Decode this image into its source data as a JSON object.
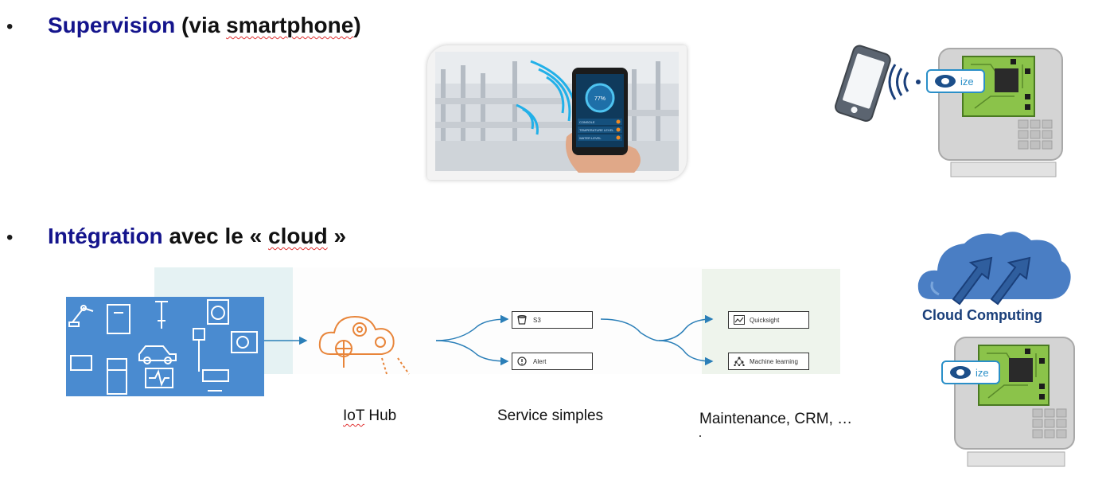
{
  "bullets": [
    {
      "symbol": "•",
      "highlight": "Supervision",
      "rest_prefix": " (via  ",
      "rest_word": "smartphone",
      "rest_suffix": ")"
    },
    {
      "symbol": "•",
      "highlight": "Intégration",
      "rest_prefix": " avec le « ",
      "rest_word": "cloud",
      "rest_suffix": " »"
    }
  ],
  "phone_screen": {
    "value": "77%",
    "rows": [
      "CONSOLE",
      "TEMPERATURE LEVEL",
      "WATER LEVEL"
    ]
  },
  "badges": {
    "top": "ize",
    "bottom": "ize"
  },
  "services": {
    "s3": "S3",
    "alert": "Alert",
    "quicksight": "Quicksight",
    "ml": "Machine learning"
  },
  "captions": {
    "iot_hub_prefix": "IoT",
    "iot_hub_suffix": " Hub",
    "service_simples": "Service simples",
    "maintenance": "Maintenance, CRM,  …"
  },
  "cloud_computing": "Cloud Computing",
  "colors": {
    "heading_highlight": "#14148c",
    "iot_panel": "#4a8bd0",
    "aws_orange": "#e8853a",
    "arrow_blue": "#2b7fb8",
    "cloud_blue": "#4a7ec4",
    "chip_green": "#8bc34a"
  }
}
